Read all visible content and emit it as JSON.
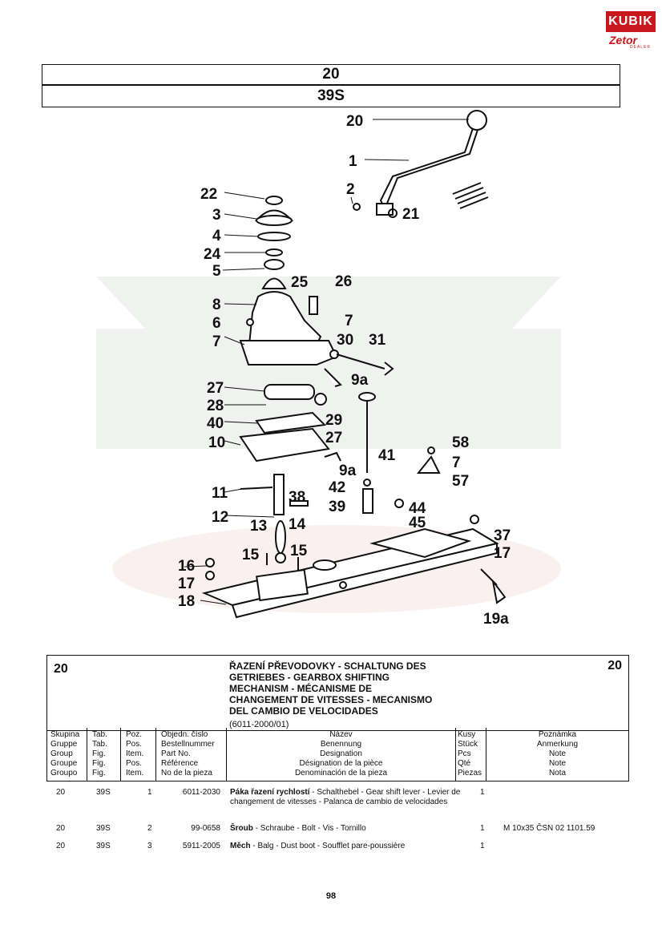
{
  "logo": {
    "top": "KUBIK",
    "bottom": "Zetor",
    "sub": "DEALER"
  },
  "header": {
    "group": "20",
    "table": "39S"
  },
  "callouts": [
    "20",
    "1",
    "2",
    "21",
    "22",
    "3",
    "4",
    "24",
    "5",
    "25",
    "26",
    "8",
    "6",
    "7",
    "7",
    "30",
    "31",
    "9a",
    "27",
    "28",
    "29",
    "40",
    "27",
    "10",
    "9a",
    "41",
    "58",
    "7",
    "57",
    "11",
    "42",
    "38",
    "39",
    "44",
    "12",
    "13",
    "14",
    "45",
    "37",
    "15",
    "15",
    "17",
    "16",
    "17",
    "18",
    "19a"
  ],
  "info": {
    "group_left": "20",
    "group_right": "20",
    "title_lines": [
      "ŘAZENÍ PŘEVODOVKY - SCHALTUNG DES",
      "GETRIEBES - GEARBOX SHIFTING",
      "MECHANISM - MÉCANISME DE",
      "CHANGEMENT DE VITESSES - MECANISMO",
      "DEL CAMBIO DE VELOCIDADES"
    ],
    "code": "(6011-2000/01)"
  },
  "columns": {
    "group": [
      "Skupina",
      "Gruppe",
      "Group",
      "Groupe",
      "Groupo"
    ],
    "table": [
      "Tab.",
      "Tab.",
      "Fig.",
      "Fig.",
      "Fig."
    ],
    "position": [
      "Poz.",
      "Pos.",
      "Item.",
      "Pos.",
      "Item."
    ],
    "part_number": [
      "Objedn. číslo",
      "Bestellnummer",
      "Part No.",
      "Référence",
      "No de la pieza"
    ],
    "name": [
      "Název",
      "Benennung",
      "Designation",
      "Désignation de la pièce",
      "Denominación de la pieza"
    ],
    "qty": [
      "Kusy",
      "Stück",
      "Pcs",
      "Qté",
      "Piezas"
    ],
    "note": [
      "Poznámka",
      "Anmerkung",
      "Note",
      "Note",
      "Nota"
    ]
  },
  "parts": [
    {
      "group": "20",
      "table": "39S",
      "pos": "1",
      "number": "6011-2030",
      "name_bold": "Páka řazení rychlostí",
      "name_rest": " - Schalthebel - Gear shift lever - Levier de changement de vitesses - Palanca de cambio de velocidades",
      "qty": "1",
      "note": ""
    },
    {
      "group": "20",
      "table": "39S",
      "pos": "2",
      "number": "99-0658",
      "name_bold": "Šroub",
      "name_rest": " - Schraube - Bolt - Vis - Tornillo",
      "qty": "1",
      "note": "M 10x35 ČSN 02 1101.59"
    },
    {
      "group": "20",
      "table": "39S",
      "pos": "3",
      "number": "5911-2005",
      "name_bold": "Měch",
      "name_rest": " - Balg - Dust boot - Soufflet pare-poussière",
      "qty": "1",
      "note": ""
    }
  ],
  "page_number": "98"
}
